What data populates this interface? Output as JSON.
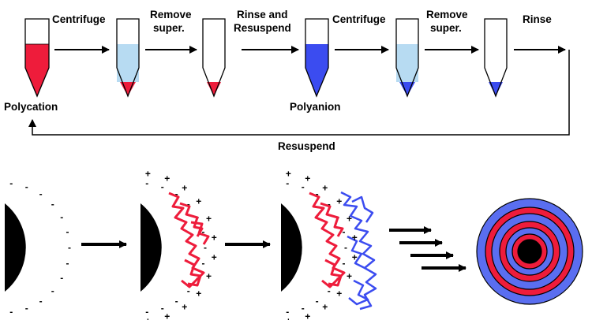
{
  "top_process": {
    "step_labels": {
      "centrifuge_1": "Centrifuge",
      "remove_super_1": [
        "Remove",
        "super."
      ],
      "rinse_resuspend": [
        "Rinse and",
        "Resuspend"
      ],
      "centrifuge_2": "Centrifuge",
      "remove_super_2": [
        "Remove",
        "super."
      ],
      "rinse": "Rinse"
    },
    "tube_labels": {
      "polycation": "Polycation",
      "polyanion": "Polyanion"
    },
    "loop_label": "Resuspend"
  },
  "colors": {
    "polycation": "#ee1c3b",
    "polyanion": "#3b4cf0",
    "supernatant": "#b7dbf2",
    "core": "#000000",
    "ring_red": "#ee1c3b",
    "ring_blue": "#5a6ef0"
  },
  "charges": {
    "negative": "-",
    "positive": "+"
  }
}
